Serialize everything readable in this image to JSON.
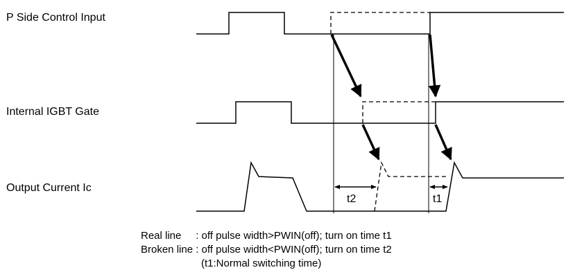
{
  "signals": {
    "p_side": "P Side Control Input",
    "igbt_gate": "Internal IGBT Gate",
    "output_current": "Output Current Ic"
  },
  "dimensions": {
    "t2": "t2",
    "t1": "t1"
  },
  "legend": {
    "real_line": "Real line     : off pulse width>PWIN(off); turn on time t1",
    "broken_line": "Broken line : off pulse width<PWIN(off); turn on time t2",
    "note": "(t1:Normal switching time)"
  }
}
